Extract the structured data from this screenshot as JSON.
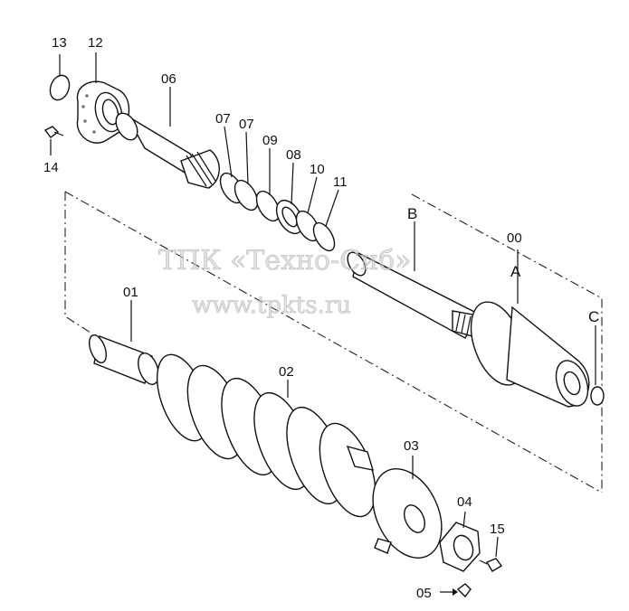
{
  "watermark": {
    "line1": "ТПК «Техно-Сиб»",
    "line2": "www.tpkts.ru"
  },
  "labels": {
    "p13": "13",
    "p12": "12",
    "p14": "14",
    "p06": "06",
    "p07a": "07",
    "p07b": "07",
    "p09": "09",
    "p08": "08",
    "p10": "10",
    "p11": "11",
    "p00": "00",
    "B": "B",
    "A": "A",
    "C": "C",
    "p01": "01",
    "p02": "02",
    "p03": "03",
    "p04": "04",
    "p15": "15",
    "p05": "05"
  }
}
